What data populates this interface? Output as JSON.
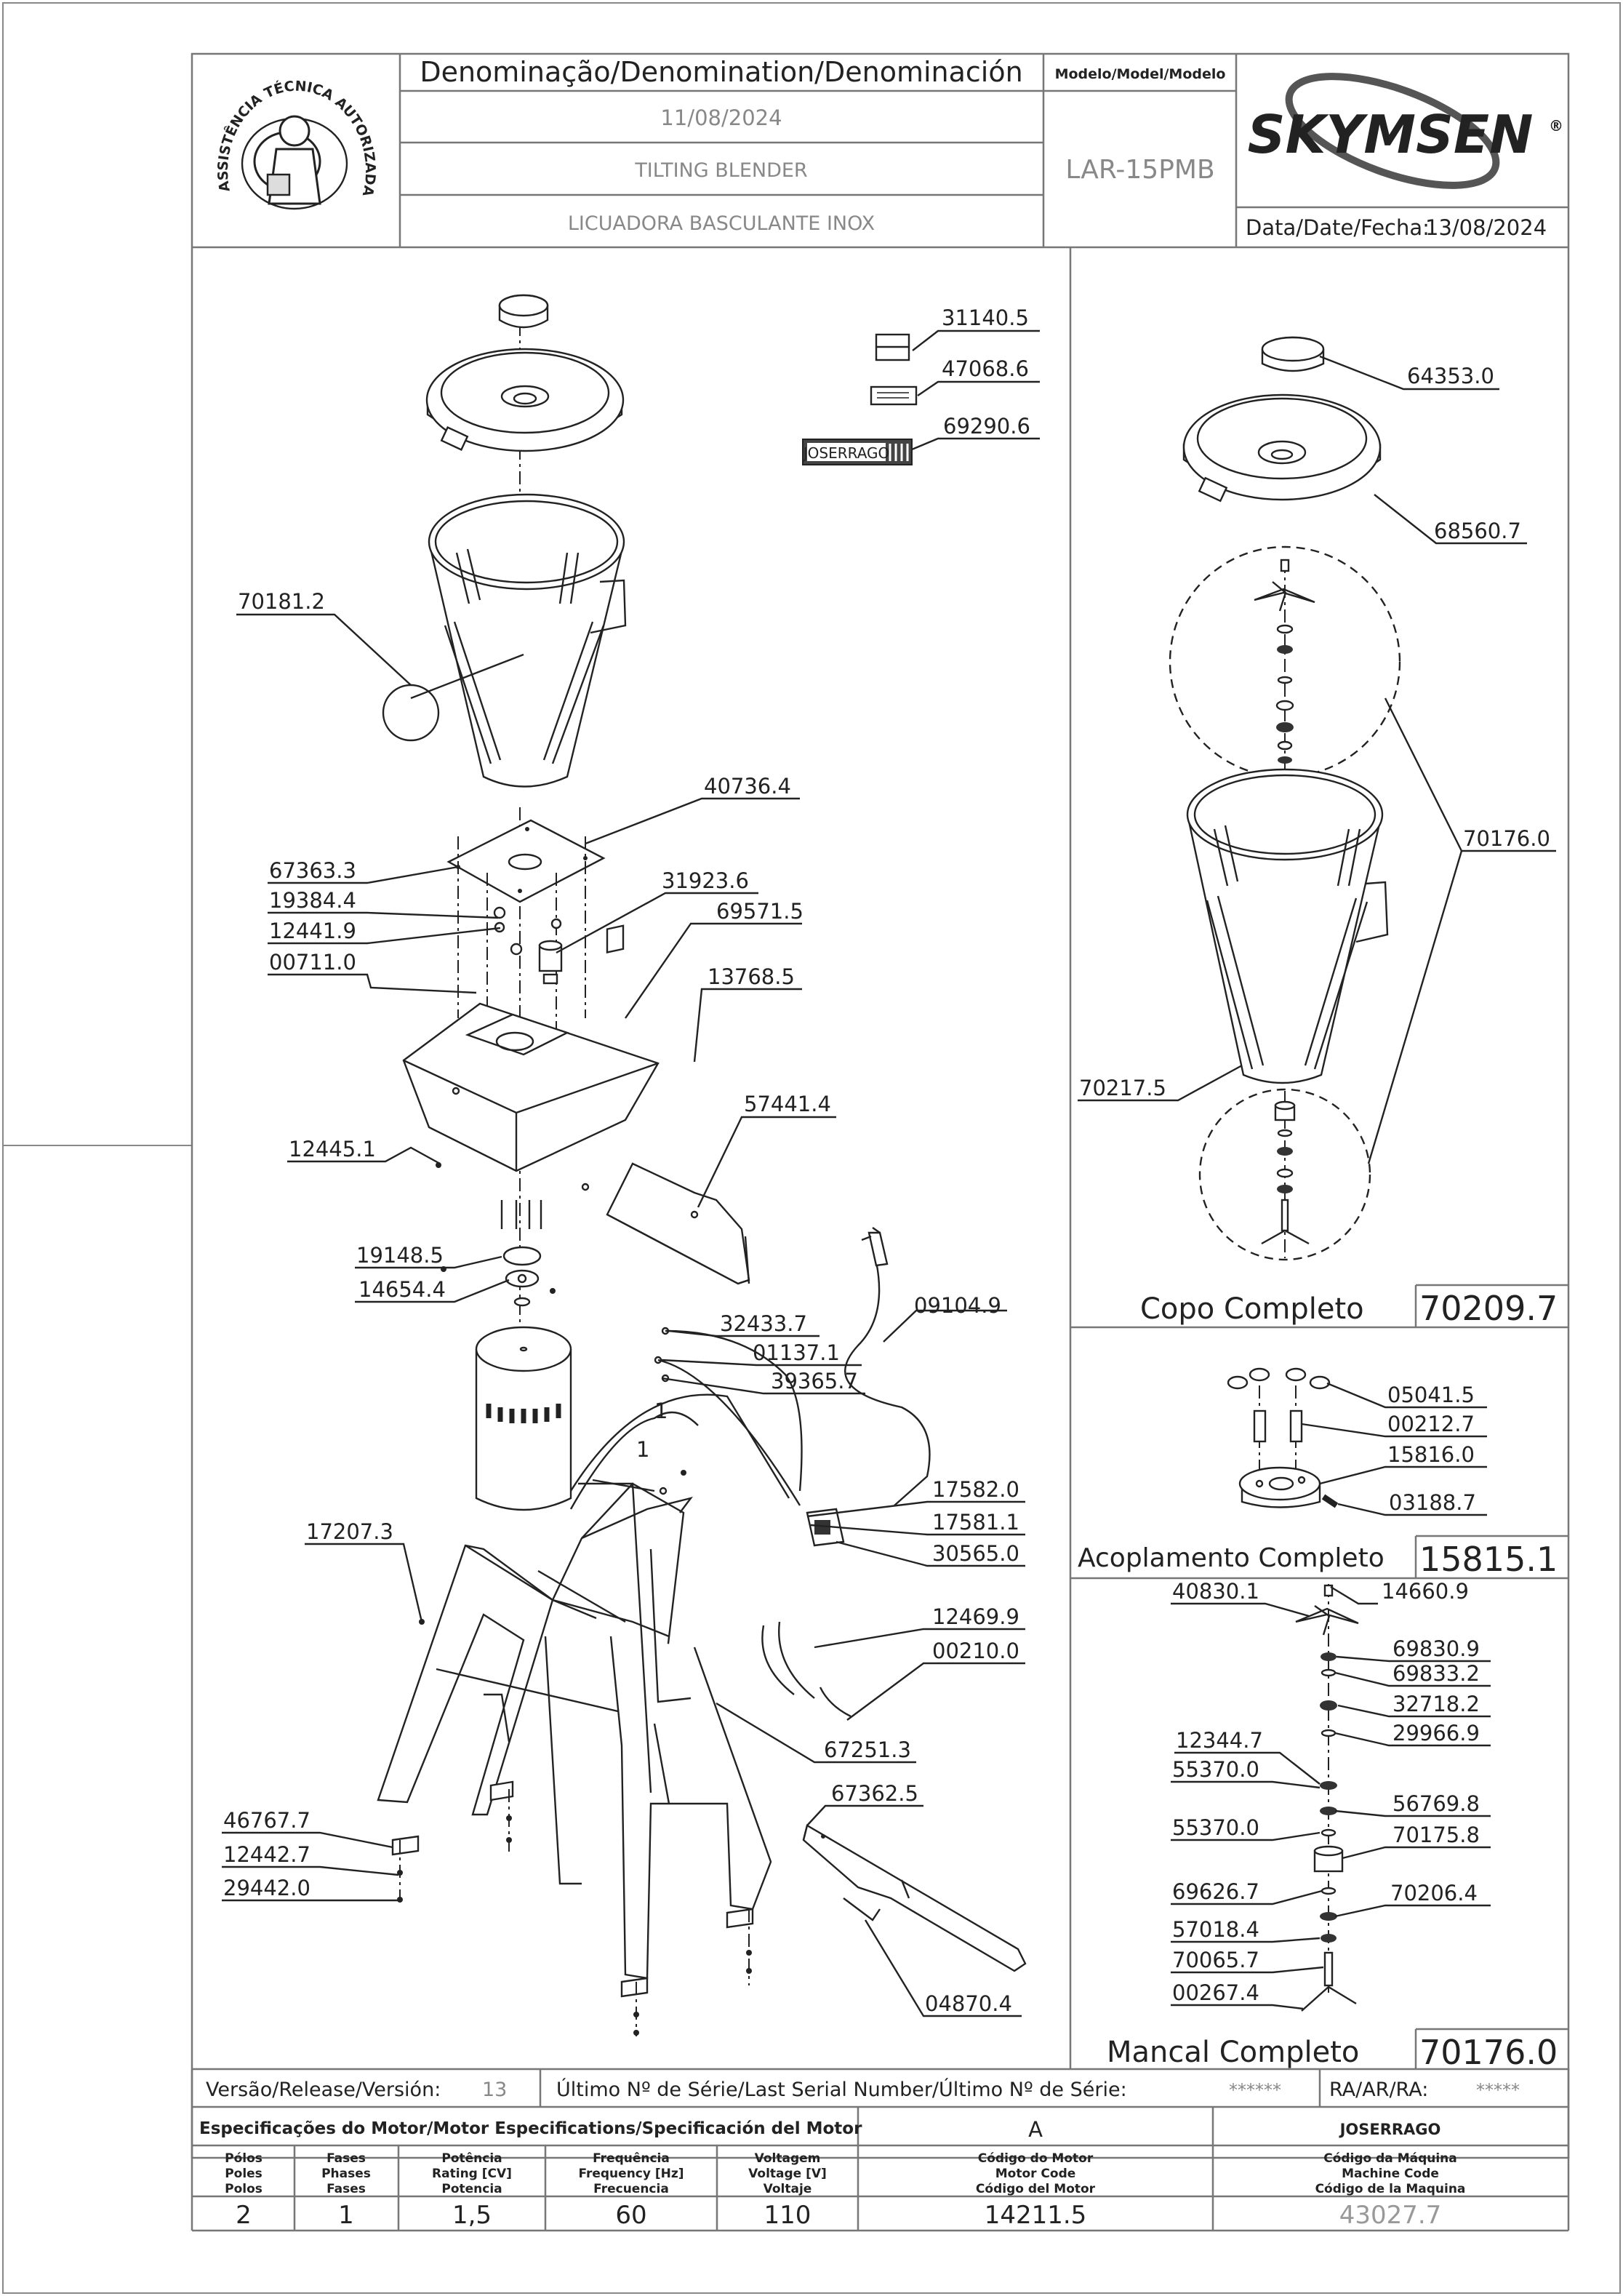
{
  "header": {
    "denomination_title": "Denominação/Denomination/Denominación",
    "date": "11/08/2024",
    "name_en": "TILTING BLENDER",
    "name_es": "LICUADORA BASCULANTE INOX",
    "model_label": "Modelo/Model/Modelo",
    "model_value": "LAR-15PMB",
    "brand": "SKYMSEN",
    "registered_mark": "®",
    "date_label": "Data/Date/Fecha:",
    "date_value": "13/08/2024",
    "seal_text": "ASSISTÊNCIA TÉCNICA AUTORIZADA"
  },
  "main_parts": [
    {
      "id": "p31140",
      "code": "31140.5"
    },
    {
      "id": "p47068",
      "code": "47068.6"
    },
    {
      "id": "p69290",
      "code": "69290.6"
    },
    {
      "id": "p70181",
      "code": "70181.2"
    },
    {
      "id": "p40736",
      "code": "40736.4"
    },
    {
      "id": "p67363",
      "code": "67363.3"
    },
    {
      "id": "p31923",
      "code": "31923.6"
    },
    {
      "id": "p19384",
      "code": "19384.4"
    },
    {
      "id": "p69571",
      "code": "69571.5"
    },
    {
      "id": "p12441",
      "code": "12441.9"
    },
    {
      "id": "p00711",
      "code": "00711.0"
    },
    {
      "id": "p13768",
      "code": "13768.5"
    },
    {
      "id": "p57441",
      "code": "57441.4"
    },
    {
      "id": "p12445",
      "code": "12445.1"
    },
    {
      "id": "p19148",
      "code": "19148.5"
    },
    {
      "id": "p14654",
      "code": "14654.4"
    },
    {
      "id": "p09104",
      "code": "09104.9"
    },
    {
      "id": "p32433",
      "code": "32433.7"
    },
    {
      "id": "p01137",
      "code": "01137.1"
    },
    {
      "id": "p39365",
      "code": "39365.7"
    },
    {
      "id": "p17582",
      "code": "17582.0"
    },
    {
      "id": "p17581",
      "code": "17581.1"
    },
    {
      "id": "p17207",
      "code": "17207.3"
    },
    {
      "id": "p30565",
      "code": "30565.0"
    },
    {
      "id": "p12469",
      "code": "12469.9"
    },
    {
      "id": "p00210",
      "code": "00210.0"
    },
    {
      "id": "p67251",
      "code": "67251.3"
    },
    {
      "id": "p67362",
      "code": "67362.5"
    },
    {
      "id": "p46767",
      "code": "46767.7"
    },
    {
      "id": "p12442",
      "code": "12442.7"
    },
    {
      "id": "p29442",
      "code": "29442.0"
    },
    {
      "id": "p04870",
      "code": "04870.4"
    }
  ],
  "wire_markers": [
    "1",
    "1"
  ],
  "label_plate_text": "JOSERRAGO",
  "copo_panel": {
    "parts": [
      {
        "id": "c64353",
        "code": "64353.0"
      },
      {
        "id": "c68560",
        "code": "68560.7"
      },
      {
        "id": "c70176",
        "code": "70176.0"
      },
      {
        "id": "c70217",
        "code": "70217.5"
      }
    ],
    "title": "Copo Completo",
    "code": "70209.7"
  },
  "acoplamento_panel": {
    "parts": [
      {
        "id": "a05041",
        "code": "05041.5"
      },
      {
        "id": "a00212",
        "code": "00212.7"
      },
      {
        "id": "a15816",
        "code": "15816.0"
      },
      {
        "id": "a03188",
        "code": "03188.7"
      }
    ],
    "title": "Acoplamento Completo",
    "code": "15815.1"
  },
  "mancal_panel": {
    "parts": [
      {
        "id": "m40830",
        "code": "40830.1"
      },
      {
        "id": "m14660",
        "code": "14660.9"
      },
      {
        "id": "m69830",
        "code": "69830.9"
      },
      {
        "id": "m69833",
        "code": "69833.2"
      },
      {
        "id": "m32718",
        "code": "32718.2"
      },
      {
        "id": "m29966",
        "code": "29966.9"
      },
      {
        "id": "m12344",
        "code": "12344.7"
      },
      {
        "id": "m55370a",
        "code": "55370.0"
      },
      {
        "id": "m56769",
        "code": "56769.8"
      },
      {
        "id": "m55370b",
        "code": "55370.0"
      },
      {
        "id": "m70175",
        "code": "70175.8"
      },
      {
        "id": "m69626",
        "code": "69626.7"
      },
      {
        "id": "m70206",
        "code": "70206.4"
      },
      {
        "id": "m57018",
        "code": "57018.4"
      },
      {
        "id": "m70065",
        "code": "70065.7"
      },
      {
        "id": "m00267",
        "code": "00267.4"
      }
    ],
    "title": "Mancal Completo",
    "code": "70176.0"
  },
  "footer": {
    "release_label": "Versão/Release/Versión:",
    "release_value": "13",
    "serial_label": "Último Nº de Série/Last Serial Number/Último Nº de Série:",
    "serial_value": "******",
    "ra_label": "RA/AR/RA:",
    "ra_value": "*****",
    "motor_spec_title": "Especificações do Motor/Motor Especifications/Specificación del Motor",
    "motor_variant": "A",
    "drafter": "JOSERRAGO",
    "columns": [
      {
        "id": "poles",
        "lines": [
          "Pólos",
          "Poles",
          "Polos"
        ],
        "value": "2"
      },
      {
        "id": "phases",
        "lines": [
          "Fases",
          "Phases",
          "Fases"
        ],
        "value": "1"
      },
      {
        "id": "rating",
        "lines": [
          "Potência",
          "Rating [CV]",
          "Potencia"
        ],
        "value": "1,5"
      },
      {
        "id": "frequency",
        "lines": [
          "Frequência",
          "Frequency [Hz]",
          "Frecuencia"
        ],
        "value": "60"
      },
      {
        "id": "voltage",
        "lines": [
          "Voltagem",
          "Voltage [V]",
          "Voltaje"
        ],
        "value": "110"
      },
      {
        "id": "motor_code",
        "lines": [
          "Código do Motor",
          "Motor Code",
          "Código del Motor"
        ],
        "value": "14211.5"
      },
      {
        "id": "machine_code",
        "lines": [
          "Código da Máquina",
          "Machine Code",
          "Código de la Maquina"
        ],
        "value": "43027.7"
      }
    ]
  },
  "colors": {
    "line": "#222222",
    "frame": "#666666",
    "muted": "#999999"
  }
}
